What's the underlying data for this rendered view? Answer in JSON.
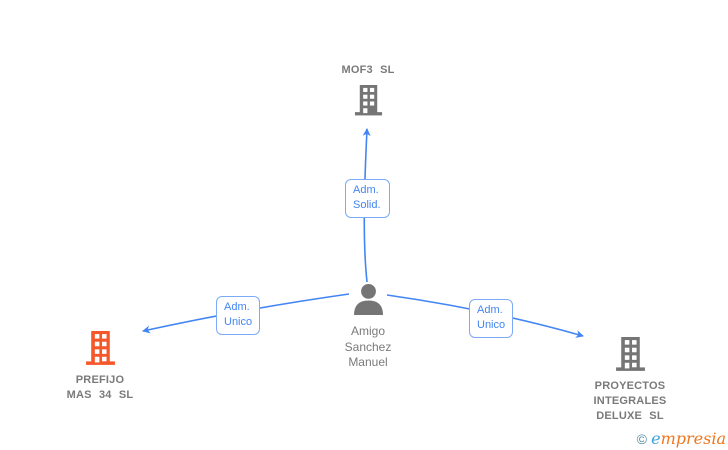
{
  "diagram": {
    "type": "corporate-relations-graph",
    "background": "#ffffff",
    "nodes": {
      "company_top": {
        "label": "MOF3 SL"
      },
      "company_left": {
        "line1": "PREFIJO",
        "line2": "MAS 34 SL"
      },
      "company_right": {
        "line1": "PROYECTOS",
        "line2": "INTEGRALES",
        "line3": "DELUXE SL"
      },
      "person_center": {
        "line1": "Amigo",
        "line2": "Sanchez",
        "line3": "Manuel"
      }
    },
    "edges": {
      "to_top": {
        "label_line1": "Adm.",
        "label_line2": "Solid."
      },
      "to_left": {
        "label_line1": "Adm.",
        "label_line2": "Unico"
      },
      "to_right": {
        "label_line1": "Adm.",
        "label_line2": "Unico"
      }
    },
    "colors": {
      "edge_blue": "#4285f4",
      "edge_label_border": "#7baaf7",
      "icon_gray": "#757575",
      "text_gray": "#7a7a7a",
      "highlight_orange": "#f6572a",
      "footer_copyright_blue": "#4f86a0",
      "footer_e_blue": "#38a3da",
      "footer_brand_orange": "#f0761f"
    }
  },
  "footer": {
    "copyright_symbol": "©",
    "brand_first_letter": "e",
    "brand_rest": "mpresia"
  }
}
